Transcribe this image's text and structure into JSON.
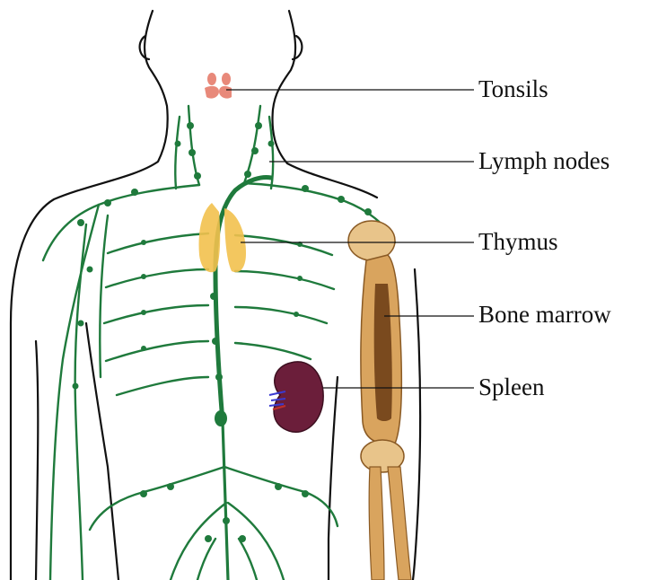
{
  "labels": {
    "tonsils": "Tonsils",
    "lymph_nodes": "Lymph nodes",
    "thymus": "Thymus",
    "bone_marrow": "Bone marrow",
    "spleen": "Spleen"
  },
  "colors": {
    "background": "#ffffff",
    "lymph_vessel": "#1f7a3c",
    "thymus": "#f2c14e",
    "tonsils": "#e8897a",
    "spleen": "#6b1e3a",
    "bone": "#d9a45e",
    "marrow": "#7a4a1e",
    "outline": "#111111"
  }
}
